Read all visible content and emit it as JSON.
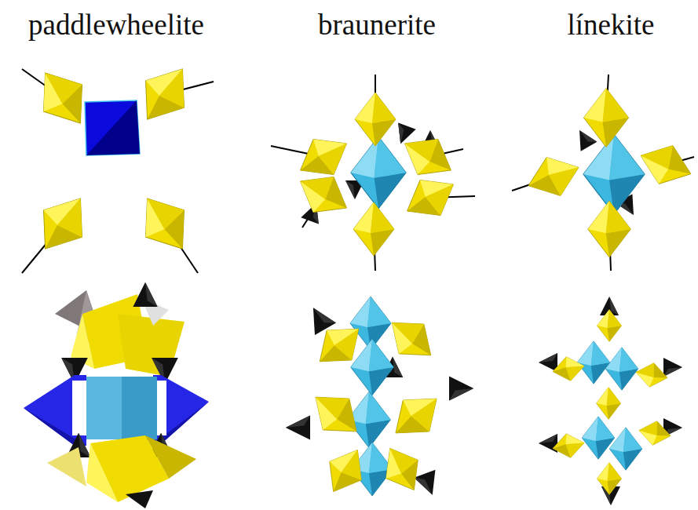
{
  "diagram": {
    "labels": [
      "paddlewheelite",
      "braunerite",
      "línekite"
    ]
  }
}
